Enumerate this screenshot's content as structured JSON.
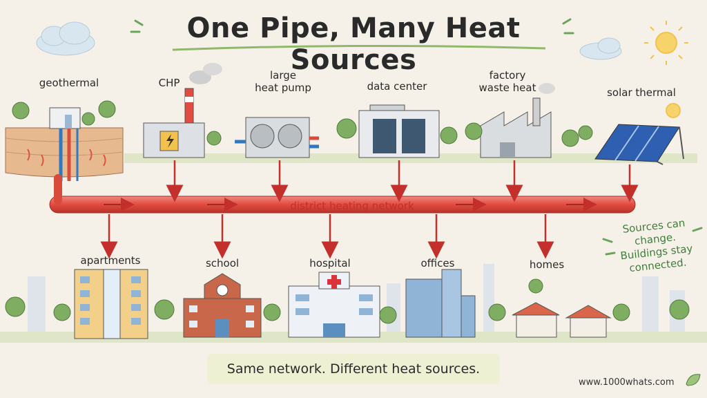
{
  "title": "One Pipe, Many Heat Sources",
  "network_label": "district heating network",
  "sources": [
    "geothermal",
    "CHP",
    "large\nheat pump",
    "data center",
    "factory\nwaste heat",
    "solar thermal"
  ],
  "buildings": [
    "apartments",
    "school",
    "hospital",
    "offices",
    "homes"
  ],
  "note": "Sources can\nchange.\nBuildings stay\nconnected.",
  "tagline": "Same network. Different heat sources.",
  "footer": "www.1000whats.com",
  "colors": {
    "pipe": "#e24b40",
    "arrow": "#c3302b",
    "accent_green": "#3f7d3a",
    "background": "#f5f1e8"
  }
}
